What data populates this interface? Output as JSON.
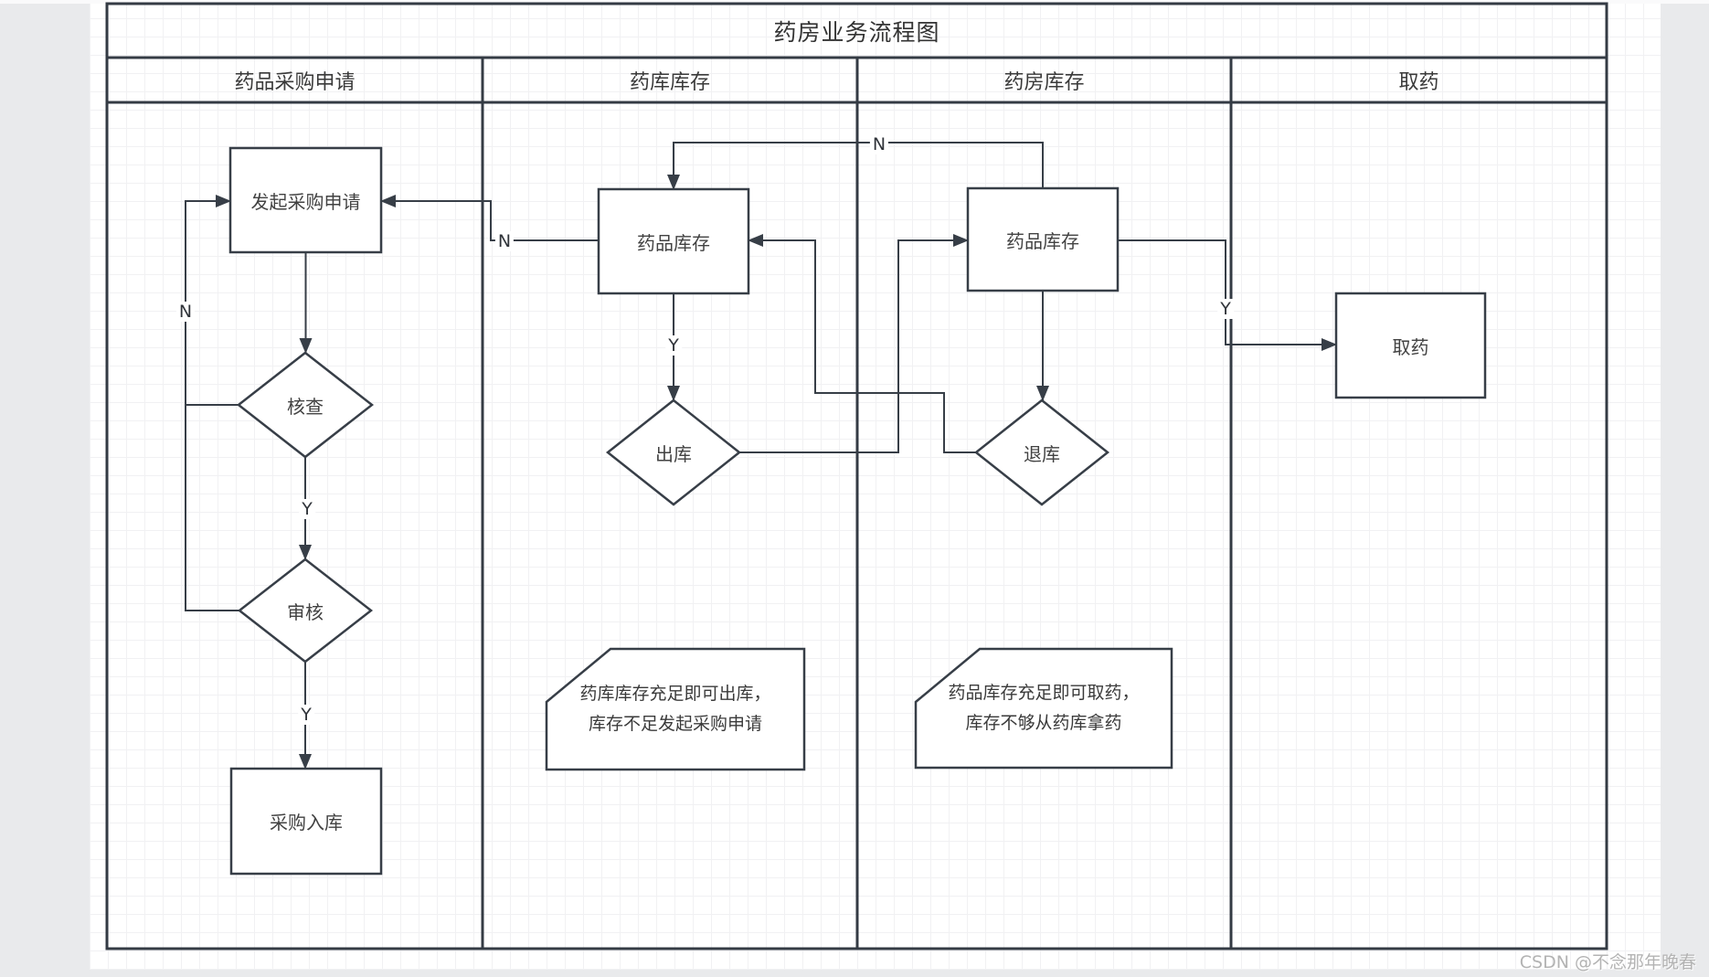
{
  "title": "药房业务流程图",
  "lanes": [
    {
      "label": "药品采购申请"
    },
    {
      "label": "药库库存"
    },
    {
      "label": "药房库存"
    },
    {
      "label": "取药"
    }
  ],
  "nodes": {
    "initiate_purchase": "发起采购申请",
    "check": "核查",
    "audit": "审核",
    "purchase_inbound": "采购入库",
    "warehouse_drug_stock": "药品库存",
    "outbound": "出库",
    "pharmacy_drug_stock": "药品库存",
    "return_to_warehouse": "退库",
    "dispense": "取药"
  },
  "edge_labels": {
    "no": "N",
    "yes": "Y"
  },
  "callouts": {
    "warehouse_note": {
      "line1": "药库库存充足即可出库，",
      "line2": "库存不足发起采购申请"
    },
    "pharmacy_note": {
      "line1": "药品库存充足即可取药，",
      "line2": "库存不够从药库拿药"
    }
  },
  "watermark": "CSDN @不念那年晚春",
  "colors": {
    "line": "#373e47",
    "canvas_bg": "#e9eaec",
    "watermark": "#b3b3b3"
  }
}
